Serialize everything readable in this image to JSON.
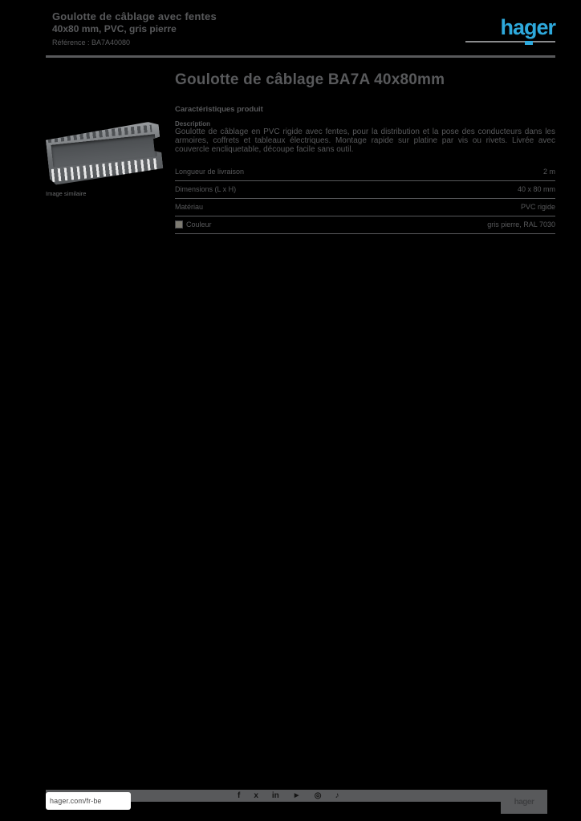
{
  "colors": {
    "page_bg": "#000000",
    "text_gray": "#58595B",
    "hager_blue": "#2EA9DC",
    "swatch_ral7030": "#7d7b72"
  },
  "header": {
    "product_line1": "Goulotte de câblage avec fentes",
    "product_line2": "40x80 mm, PVC, gris pierre",
    "reference": "Référence : BA7A40080",
    "logo_text": "hager"
  },
  "product": {
    "title": "Goulotte de câblage BA7A 40x80mm",
    "subtitle": "Caractéristiques produit",
    "image_caption": "Image similaire",
    "description_label": "Description",
    "description": "Goulotte de câblage en PVC rigide avec fentes, pour la distribution et la pose des conducteurs dans les armoires, coffrets et tableaux électriques. Montage rapide sur platine par vis ou rivets. Livrée avec couvercle encliquetable, découpe facile sans outil."
  },
  "specs": [
    {
      "label": "Longueur de livraison",
      "value": "2 m"
    },
    {
      "label": "Dimensions (L x H)",
      "value": "40 x 80 mm"
    },
    {
      "label": "Matériau",
      "value": "PVC rigide"
    },
    {
      "label": "Couleur",
      "value": "gris pierre, RAL 7030"
    }
  ],
  "footer": {
    "website": "hager.com/fr-be",
    "tab_text": "hager",
    "icons": [
      {
        "glyph": "f"
      },
      {
        "glyph": "x"
      },
      {
        "glyph": "in"
      },
      {
        "glyph": "►"
      },
      {
        "glyph": "◎"
      },
      {
        "glyph": "♪"
      }
    ]
  }
}
